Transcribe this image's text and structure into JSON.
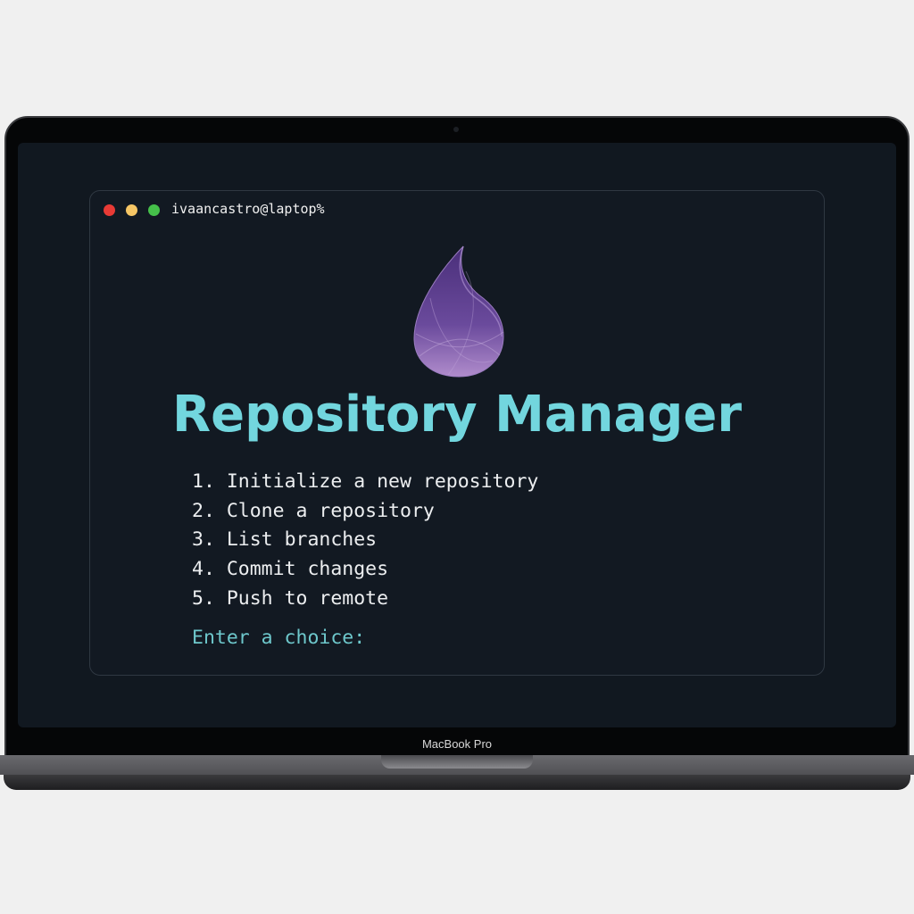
{
  "device": {
    "label": "MacBook Pro"
  },
  "terminal": {
    "prompt": "ivaancastro@laptop%",
    "window_controls": {
      "close": "#e83a35",
      "minimize": "#f6c665",
      "zoom": "#45c04a"
    },
    "title": "Repository Manager",
    "menu": [
      {
        "number": "1.",
        "label": "Initialize a new repository"
      },
      {
        "number": "2.",
        "label": "Clone a repository"
      },
      {
        "number": "3.",
        "label": "List branches"
      },
      {
        "number": "4.",
        "label": "Commit changes"
      },
      {
        "number": "5.",
        "label": "Push to remote"
      }
    ],
    "input_prompt": "Enter a choice:",
    "logo_icon": "elixir-drop-icon"
  },
  "colors": {
    "accent": "#72d6de",
    "background": "#111820",
    "logo": "#6a4a9a"
  }
}
